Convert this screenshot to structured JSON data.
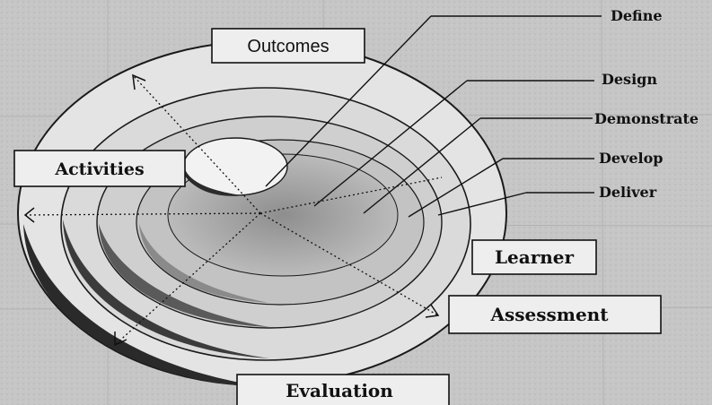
{
  "diagram": {
    "boxes": {
      "outcomes": "Outcomes",
      "activities": "Activities",
      "learner": "Learner",
      "assessment": "Assessment",
      "evaluation": "Evaluation"
    },
    "stages": [
      "Define",
      "Design",
      "Demonstrate",
      "Develop",
      "Deliver"
    ]
  }
}
